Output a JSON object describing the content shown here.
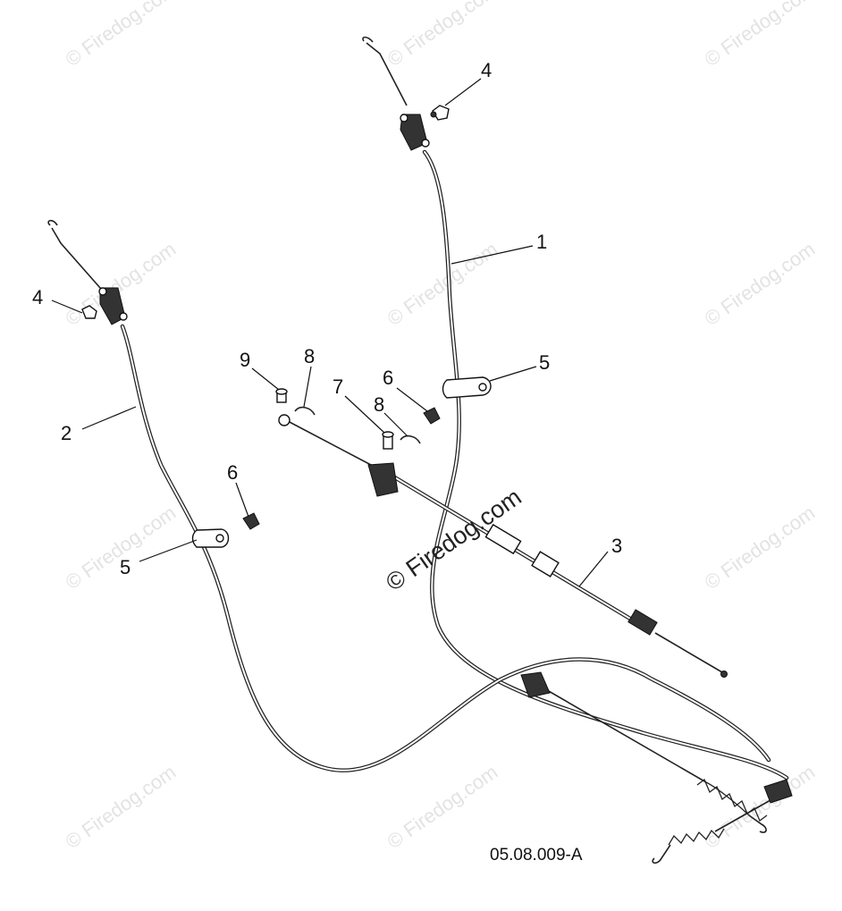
{
  "drawing_code": "05.08.009-A",
  "watermark_text": "© Firedog.com",
  "callouts": {
    "c1": "1",
    "c2": "2",
    "c3": "3",
    "c4a": "4",
    "c4b": "4",
    "c5a": "5",
    "c5b": "5",
    "c6a": "6",
    "c6b": "6",
    "c7": "7",
    "c8a": "8",
    "c8b": "8",
    "c9": "9"
  },
  "colors": {
    "line": "#222222",
    "watermark": "#e3e3e3",
    "background": "#ffffff"
  }
}
